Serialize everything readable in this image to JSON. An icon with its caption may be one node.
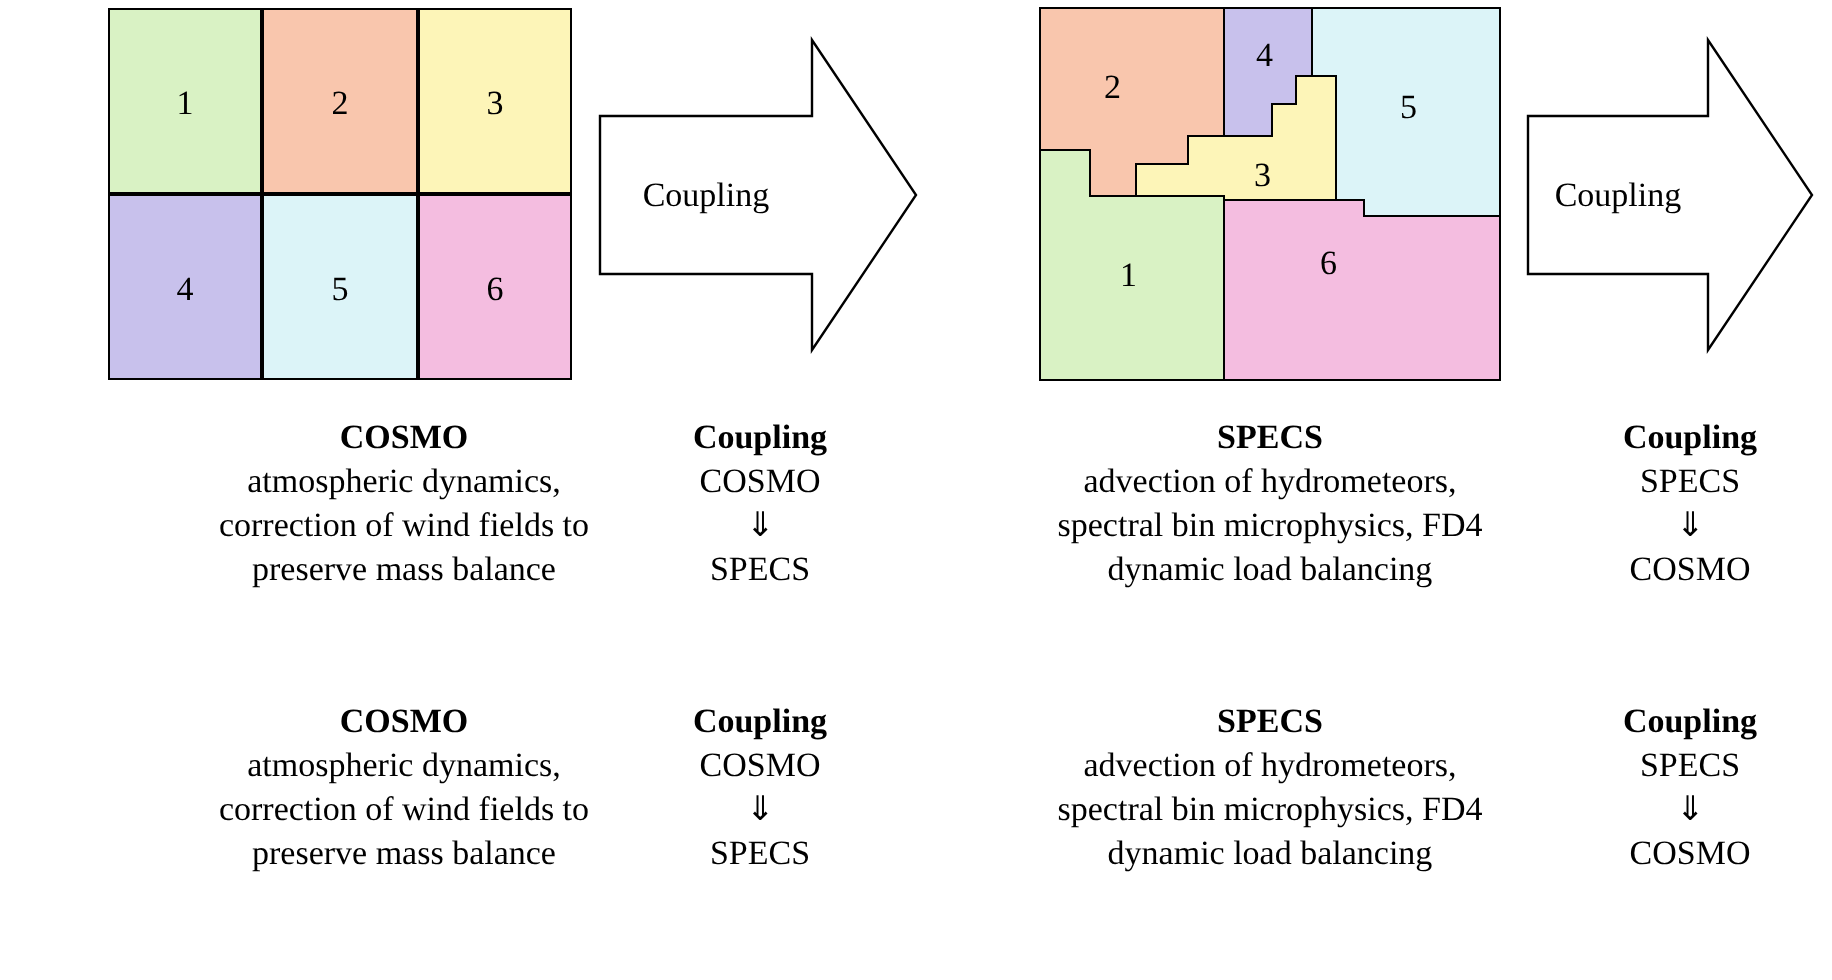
{
  "diagram": {
    "nodes": [
      {
        "text": [],
        "shape": "box"
      },
      {
        "text": [
          "1"
        ],
        "in": 0
      },
      {
        "text": [
          "2"
        ],
        "in": 0
      },
      {
        "text": [
          "3"
        ],
        "in": 0
      },
      {
        "text": [
          "4"
        ],
        "in": 0
      },
      {
        "text": [
          "5"
        ],
        "in": 0
      },
      {
        "text": [
          "6"
        ],
        "in": 0
      },
      {
        "text": [],
        "shape": "box"
      },
      {
        "text": [
          "2"
        ],
        "in": 7
      },
      {
        "text": [
          "4"
        ],
        "in": 7
      },
      {
        "text": [
          "5"
        ],
        "in": 7
      },
      {
        "text": [
          "3"
        ],
        "in": 7
      },
      {
        "text": [
          "1"
        ],
        "in": 7
      },
      {
        "text": [
          "6"
        ],
        "in": 7
      }
    ],
    "edges": [
      {
        "from": 0,
        "to": 7,
        "arrow": "to",
        "label": "Coupling",
        "style": "thick"
      },
      {
        "from": 7,
        "to": null,
        "arrow": "to",
        "label": "Coupling",
        "style": "thick"
      }
    ],
    "labels": [
      "COSMO",
      "atmospheric dynamics, correction of wind fields to preserve mass balance",
      "Coupling",
      "COSMO",
      "⇓",
      "SPECS",
      "SPECS",
      "advection of hydrometeors, spectral bin microphysics, FD4 dynamic load balancing",
      "Coupling",
      "SPECS",
      "⇓",
      "COSMO",
      "COSMO",
      "atmospheric dynamics, correction of wind fields to preserve mass balance",
      "Coupling",
      "COSMO",
      "⇓",
      "SPECS",
      "SPECS",
      "advection of hydrometeors, spectral bin microphysics, FD4 dynamic load balancing",
      "Coupling",
      "SPECS",
      "⇓",
      "COSMO"
    ]
  }
}
